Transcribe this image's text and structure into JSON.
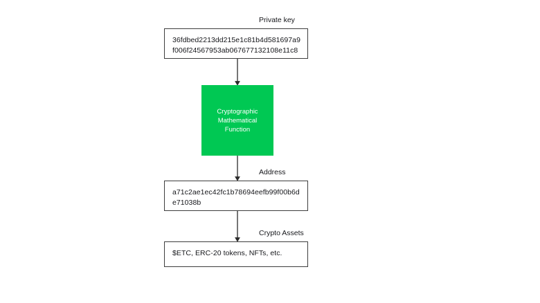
{
  "diagram": {
    "title": "",
    "accent_color": "#00c853",
    "line_color": "#333333",
    "box_border_color": "#3c3c3c",
    "nodes": {
      "private_key": {
        "label": "Private key",
        "value": "36fdbed2213dd215e1c81b4d581697a9f006f24567953ab067677132108e11c8"
      },
      "function": {
        "label": "Cryptographic\nMathematical\nFunction"
      },
      "address": {
        "label": "Address",
        "value": "a71c2ae1ec42fc1b78694eefb99f00b6de71038b"
      },
      "assets": {
        "label": "Crypto Assets",
        "value": "$ETC, ERC-20 tokens, NFTs, etc."
      }
    }
  }
}
